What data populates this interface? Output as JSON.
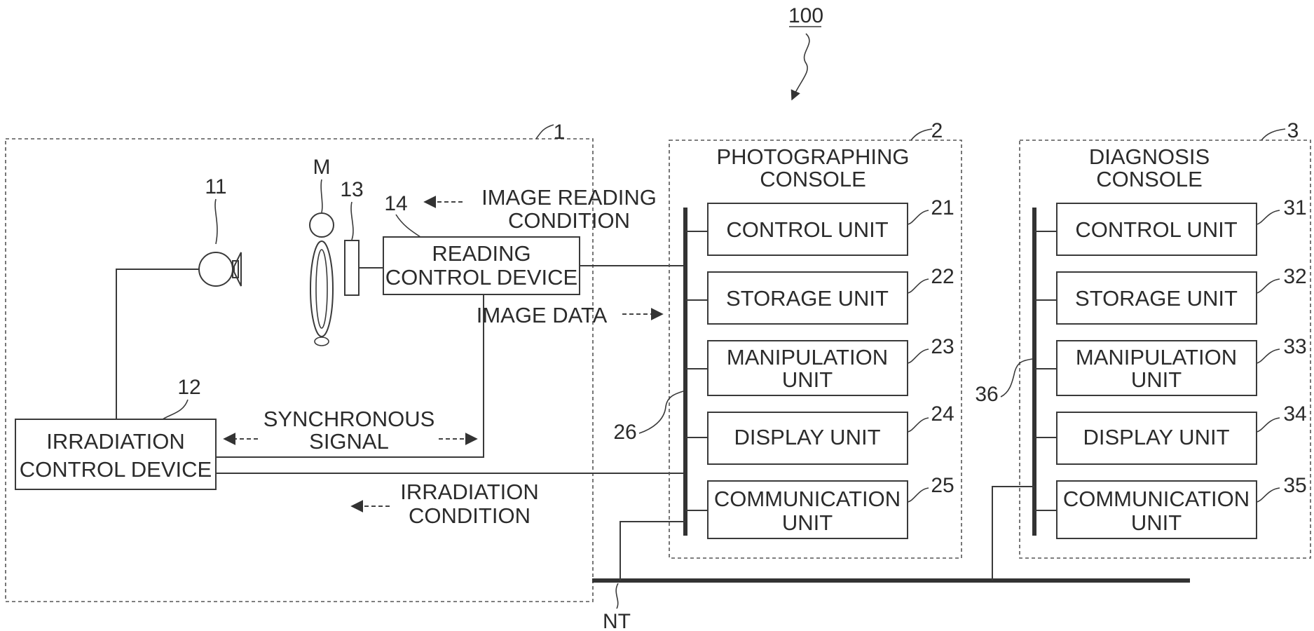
{
  "system": {
    "ref": "100"
  },
  "imaging_apparatus": {
    "ref": "1",
    "xray_source": {
      "ref": "11"
    },
    "irradiation_control_device": {
      "ref": "12",
      "line1": "IRRADIATION",
      "line2": "CONTROL DEVICE"
    },
    "detector": {
      "ref": "13"
    },
    "reading_control_device": {
      "ref": "14",
      "line1": "READING",
      "line2": "CONTROL DEVICE"
    },
    "subject": {
      "ref": "M"
    }
  },
  "signals": {
    "image_reading_condition": {
      "line1": "IMAGE READING",
      "line2": "CONDITION"
    },
    "image_data": "IMAGE DATA",
    "synchronous_signal": {
      "line1": "SYNCHRONOUS",
      "line2": "SIGNAL"
    },
    "irradiation_condition": {
      "line1": "IRRADIATION",
      "line2": "CONDITION"
    }
  },
  "photographing_console": {
    "ref": "2",
    "title1": "PHOTOGRAPHING",
    "title2": "CONSOLE",
    "bus_ref": "26",
    "units": [
      {
        "ref": "21",
        "line1": "CONTROL UNIT",
        "line2": ""
      },
      {
        "ref": "22",
        "line1": "STORAGE UNIT",
        "line2": ""
      },
      {
        "ref": "23",
        "line1": "MANIPULATION",
        "line2": "UNIT"
      },
      {
        "ref": "24",
        "line1": "DISPLAY UNIT",
        "line2": ""
      },
      {
        "ref": "25",
        "line1": "COMMUNICATION",
        "line2": "UNIT"
      }
    ]
  },
  "diagnosis_console": {
    "ref": "3",
    "title1": "DIAGNOSIS",
    "title2": "CONSOLE",
    "bus_ref": "36",
    "units": [
      {
        "ref": "31",
        "line1": "CONTROL UNIT",
        "line2": ""
      },
      {
        "ref": "32",
        "line1": "STORAGE UNIT",
        "line2": ""
      },
      {
        "ref": "33",
        "line1": "MANIPULATION",
        "line2": "UNIT"
      },
      {
        "ref": "34",
        "line1": "DISPLAY UNIT",
        "line2": ""
      },
      {
        "ref": "35",
        "line1": "COMMUNICATION",
        "line2": "UNIT"
      }
    ]
  },
  "network": {
    "ref": "NT"
  }
}
